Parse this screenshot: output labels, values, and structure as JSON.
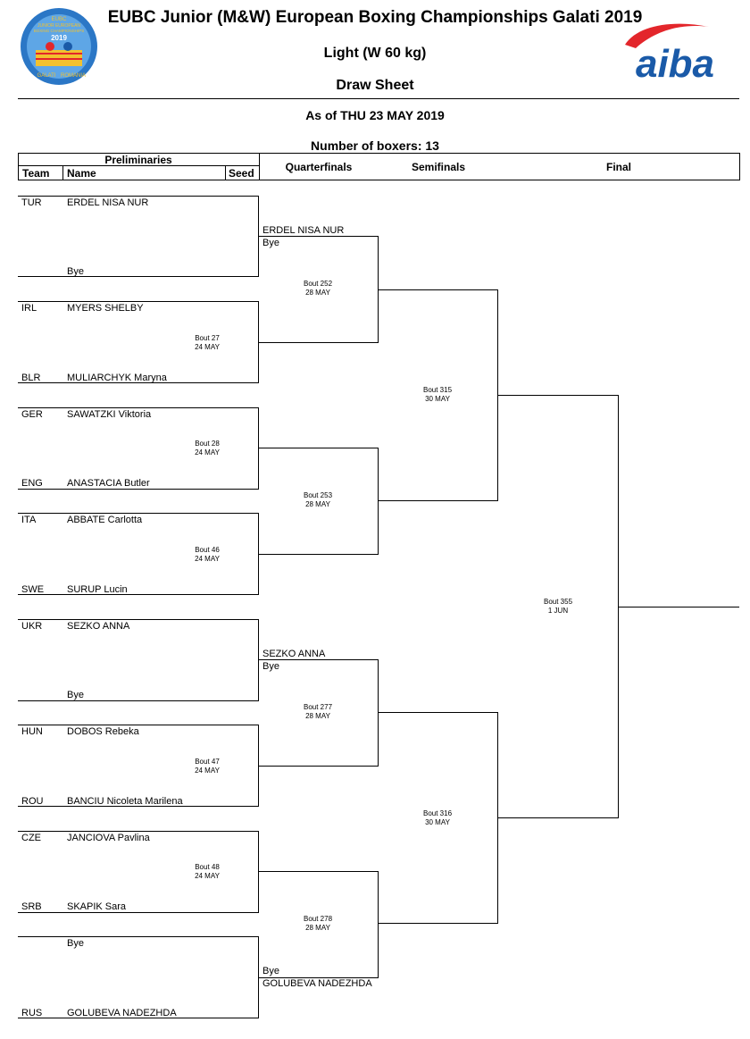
{
  "header": {
    "title": "EUBC Junior (M&W) European Boxing Championships Galati 2019",
    "weight_class": "Light (W 60 kg)",
    "sheet_type": "Draw Sheet",
    "as_of": "As of THU 23 MAY 2019",
    "boxer_count": "Number of boxers: 13"
  },
  "logos": {
    "event_logo_lines": [
      "EUBC",
      "JUNIOR EUROPEAN",
      "BOXING CHAMPIONSHIPS",
      "2019",
      "GALATI",
      "ROMANIA"
    ],
    "aiba_text": "aiba"
  },
  "columns": {
    "preliminaries": "Preliminaries",
    "team": "Team",
    "name": "Name",
    "seed": "Seed",
    "quarterfinals": "Quarterfinals",
    "semifinals": "Semifinals",
    "final": "Final"
  },
  "entries": [
    {
      "team": "TUR",
      "name": "ERDEL NISA NUR"
    },
    {
      "team": "",
      "name": "Bye"
    },
    {
      "team": "IRL",
      "name": "MYERS SHELBY"
    },
    {
      "team": "BLR",
      "name": "MULIARCHYK Maryna"
    },
    {
      "team": "GER",
      "name": "SAWATZKI Viktoria"
    },
    {
      "team": "ENG",
      "name": "ANASTACIA Butler"
    },
    {
      "team": "ITA",
      "name": "ABBATE Carlotta"
    },
    {
      "team": "SWE",
      "name": "SURUP Lucin"
    },
    {
      "team": "UKR",
      "name": "SEZKO ANNA"
    },
    {
      "team": "",
      "name": "Bye"
    },
    {
      "team": "HUN",
      "name": "DOBOS Rebeka"
    },
    {
      "team": "ROU",
      "name": "BANCIU Nicoleta Marilena"
    },
    {
      "team": "CZE",
      "name": "JANCIOVA Pavlina"
    },
    {
      "team": "SRB",
      "name": "SKAPIK Sara"
    },
    {
      "team": "",
      "name": "Bye"
    },
    {
      "team": "RUS",
      "name": "GOLUBEVA NADEZHDA"
    }
  ],
  "prelim_bouts": [
    {
      "bout": "Bout 27",
      "date": "24 MAY"
    },
    {
      "bout": "Bout 28",
      "date": "24 MAY"
    },
    {
      "bout": "Bout 46",
      "date": "24 MAY"
    },
    {
      "bout": "Bout 47",
      "date": "24 MAY"
    },
    {
      "bout": "Bout 48",
      "date": "24 MAY"
    }
  ],
  "bye_advances": [
    {
      "name": "ERDEL NISA NUR",
      "note": "Bye"
    },
    {
      "name": "SEZKO ANNA",
      "note": "Bye"
    },
    {
      "name": "GOLUBEVA NADEZHDA",
      "note": "Bye"
    }
  ],
  "qf_bouts": [
    {
      "bout": "Bout 252",
      "date": "28 MAY"
    },
    {
      "bout": "Bout 253",
      "date": "28 MAY"
    },
    {
      "bout": "Bout 277",
      "date": "28 MAY"
    },
    {
      "bout": "Bout 278",
      "date": "28 MAY"
    }
  ],
  "sf_bouts": [
    {
      "bout": "Bout 315",
      "date": "30 MAY"
    },
    {
      "bout": "Bout 316",
      "date": "30 MAY"
    }
  ],
  "final_bout": {
    "bout": "Bout 355",
    "date": "1 JUN"
  },
  "colors": {
    "aiba_blue": "#1a5aa8",
    "aiba_red": "#e3262b",
    "logo_blue": "#2b77c6"
  }
}
